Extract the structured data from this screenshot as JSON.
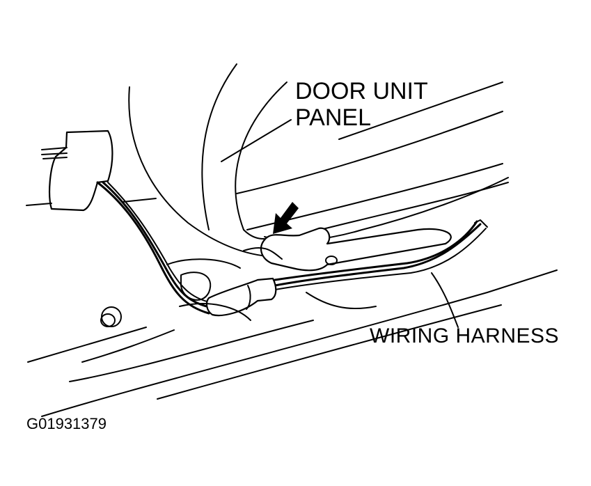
{
  "diagram": {
    "labels": {
      "door_unit_line1": "DOOR UNIT",
      "door_unit_line2": "PANEL",
      "wiring_harness": "WIRING HARNESS",
      "figure_id": "G01931379"
    },
    "colors": {
      "line": "#000000",
      "background": "#ffffff"
    },
    "icons": {
      "pointer": "arrow-pointing-down-left"
    }
  }
}
